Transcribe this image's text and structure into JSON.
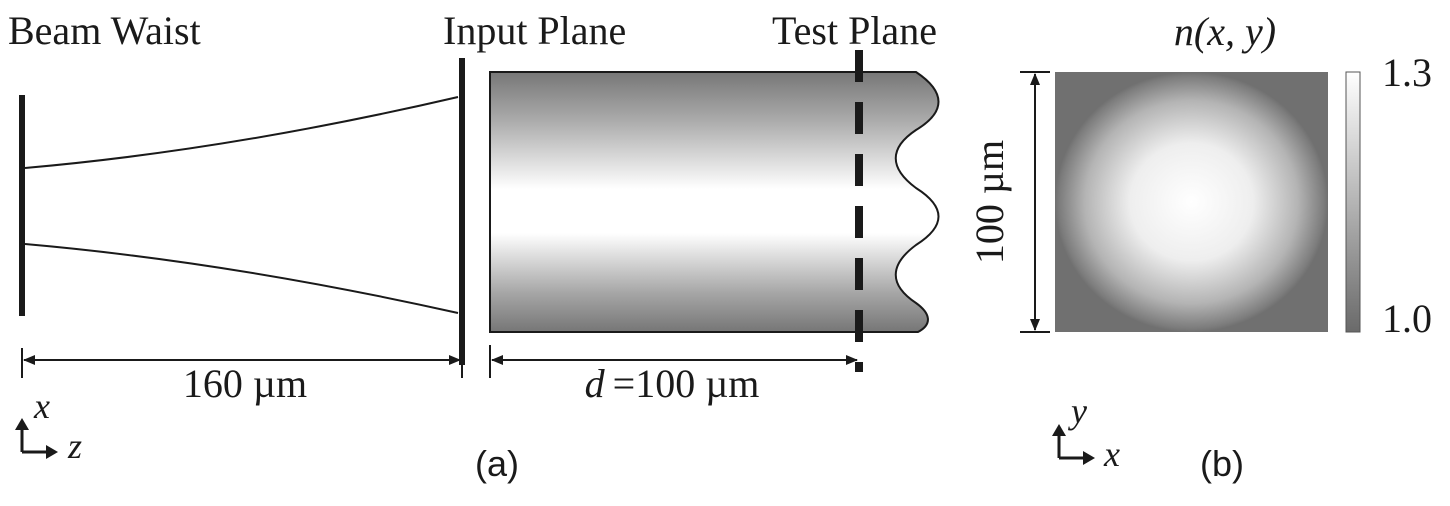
{
  "panel_a": {
    "beam_waist_label": "Beam Waist",
    "input_plane_label": "Input Plane",
    "test_plane_label": "Test Plane",
    "propagation_distance": "160 µm",
    "slab_length_symbol": "d",
    "slab_length_value": "=100 µm",
    "axes": {
      "vertical": "x",
      "horizontal": "z"
    },
    "caption": "(a)"
  },
  "panel_b": {
    "map_title": "n(x, y)",
    "side_length_label": "100 µm",
    "colorbar": {
      "max_label": "1.3",
      "min_label": "1.0",
      "max_value": 1.3,
      "min_value": 1.0
    },
    "axes": {
      "vertical": "y",
      "horizontal": "x"
    },
    "caption": "(b)"
  }
}
